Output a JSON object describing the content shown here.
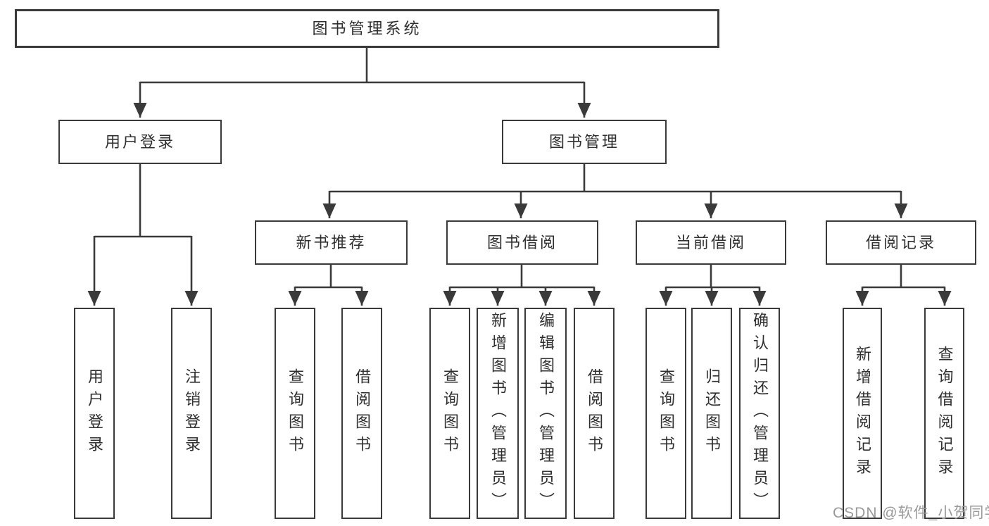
{
  "diagram": {
    "root": {
      "label": "图书管理系统"
    },
    "branches": [
      {
        "label": "用户登录",
        "leaves": [
          {
            "label": "用户登录"
          },
          {
            "label": "注销登录"
          }
        ]
      },
      {
        "label": "图书管理",
        "groups": [
          {
            "label": "新书推荐",
            "leaves": [
              {
                "label": "查询图书"
              },
              {
                "label": "借阅图书"
              }
            ]
          },
          {
            "label": "图书借阅",
            "leaves": [
              {
                "label": "查询图书"
              },
              {
                "label": "新增图书（管理员）"
              },
              {
                "label": "编辑图书（管理员）"
              },
              {
                "label": "借阅图书"
              }
            ]
          },
          {
            "label": "当前借阅",
            "leaves": [
              {
                "label": "查询图书"
              },
              {
                "label": "归还图书"
              },
              {
                "label": "确认归还（管理员）"
              }
            ]
          },
          {
            "label": "借阅记录",
            "leaves": [
              {
                "label": "新增借阅记录"
              },
              {
                "label": "查询借阅记录"
              }
            ]
          }
        ]
      }
    ]
  },
  "watermark": {
    "text": "CSDN @软件_小贺同学"
  },
  "colors": {
    "line": "#3a3a3a",
    "text": "#2f2f2f",
    "background": "#ffffff",
    "watermark": "#9a9a9a"
  }
}
